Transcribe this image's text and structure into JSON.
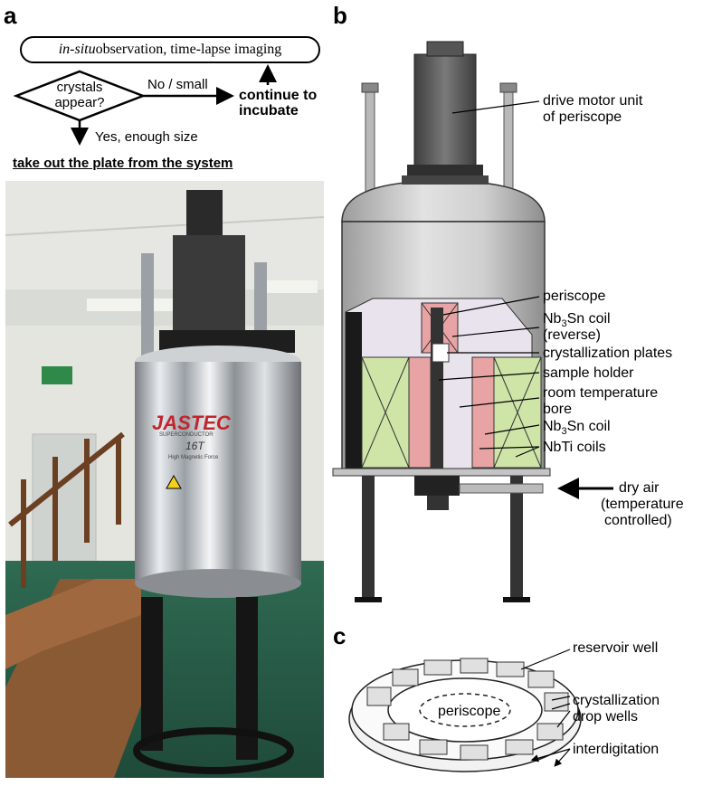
{
  "panels": {
    "a": "a",
    "b": "b",
    "c": "c"
  },
  "flowchart": {
    "top_box_italic": "in-situ",
    "top_box_rest": " observation, time-lapse imaging",
    "decision": [
      "crystals",
      "appear?"
    ],
    "no_label": "No / small",
    "continue_lines": [
      "continue to",
      "incubate"
    ],
    "yes_label": "Yes, enough size",
    "take_out": "take out the plate from the system"
  },
  "photo": {
    "brand": "JASTEC",
    "brand_sub": "SUPERCONDUCTOR",
    "field": "16T",
    "subtitle": "High Magnetic Force"
  },
  "diagram_b": {
    "labels": {
      "drive_motor": [
        "drive motor unit",
        "of periscope"
      ],
      "periscope": "periscope",
      "nb3sn_reverse": [
        "Nb3Sn coil",
        "(reverse)"
      ],
      "plates": "crystallization plates",
      "holder": "sample holder",
      "bore": [
        "room temperature",
        "bore"
      ],
      "nb3sn": "Nb3Sn coil",
      "nbti": "NbTi coils",
      "dry_air": [
        "dry air",
        "(temperature",
        "controlled)"
      ]
    }
  },
  "diagram_c": {
    "labels": {
      "reservoir": "reservoir well",
      "drop_wells": [
        "crystallization",
        "drop wells"
      ],
      "interdigitation": "interdigitation",
      "center": "periscope"
    }
  },
  "colors": {
    "green_coil": "#cfe5a8",
    "pink_coil": "#e8a4a4",
    "lavender": "#e9e3ee",
    "cryostat": "#c8c8c8"
  }
}
